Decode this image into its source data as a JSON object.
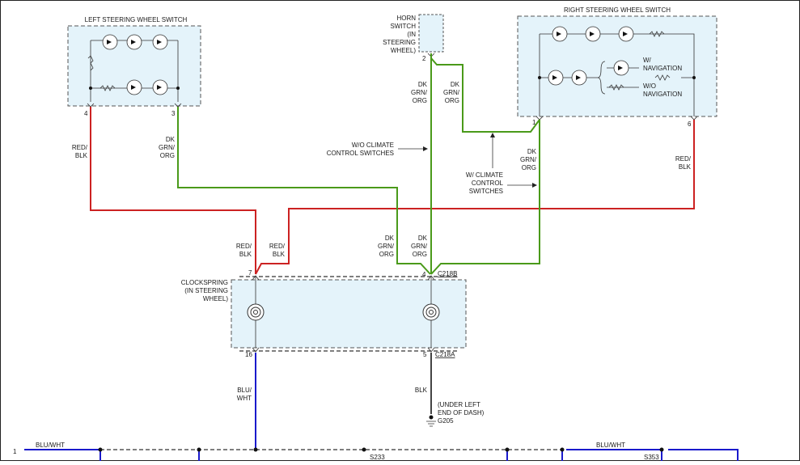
{
  "left_switch": {
    "title": "LEFT STEERING WHEEL SWITCH",
    "pin_left": "4",
    "pin_right": "3"
  },
  "horn_switch": {
    "lines": [
      "HORN",
      "SWITCH",
      "(IN",
      "STEERING",
      "WHEEL)"
    ],
    "pin": "2"
  },
  "right_switch": {
    "title": "RIGHT STEERING WHEEL SWITCH",
    "pin_left": "1",
    "pin_right": "6",
    "with_nav": [
      "W/",
      "NAVIGATION"
    ],
    "without_nav": [
      "W/O",
      "NAVIGATION"
    ]
  },
  "wires": {
    "red_blk": [
      "RED/",
      "BLK"
    ],
    "dk_grn_org": [
      "DK",
      "GRN/",
      "ORG"
    ],
    "blu_wht": [
      "BLU/",
      "WHT"
    ],
    "blu_wht_inline": "BLU/WHT",
    "blk": "BLK"
  },
  "annotations": {
    "wo_climate": [
      "W/O CLIMATE",
      "CONTROL SWITCHES"
    ],
    "w_climate": [
      "W/ CLIMATE",
      "CONTROL",
      "SWITCHES"
    ]
  },
  "clockspring": {
    "label": [
      "CLOCKSPRING",
      "(IN STEERING",
      "WHEEL)"
    ],
    "pin_top_left": "7",
    "pin_top_right": "4",
    "connector_top": "C218B",
    "pin_bottom_left": "16",
    "pin_bottom_right": "5",
    "connector_bottom": "C218A"
  },
  "ground": {
    "label": [
      "(UNDER LEFT",
      "END OF DASH)"
    ],
    "id": "G205"
  },
  "bus": {
    "page_ref": "1",
    "splice_left": "S233",
    "splice_right": "S353"
  }
}
